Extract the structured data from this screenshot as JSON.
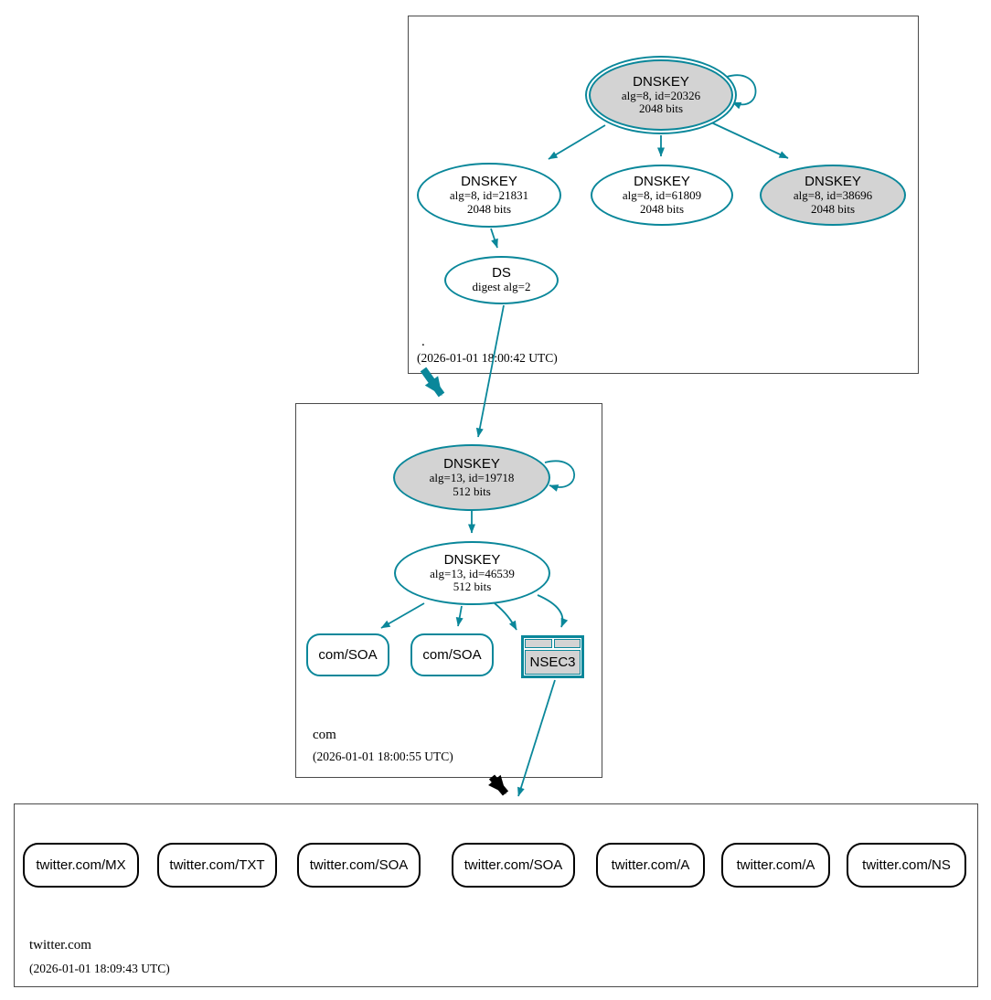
{
  "colors": {
    "secure_edge": "#0a879a",
    "insecure_edge": "#000000",
    "node_fill_gray": "#d3d3d3",
    "zone_box_border": "#4a4a4a"
  },
  "zones": {
    "root": {
      "label": ".",
      "timestamp": "(2026-01-01 18:00:42 UTC)",
      "nodes": {
        "ksk": {
          "title": "DNSKEY",
          "line1": "alg=8, id=20326",
          "line2": "2048 bits"
        },
        "zsk1": {
          "title": "DNSKEY",
          "line1": "alg=8, id=21831",
          "line2": "2048 bits"
        },
        "zsk2": {
          "title": "DNSKEY",
          "line1": "alg=8, id=61809",
          "line2": "2048 bits"
        },
        "zsk3": {
          "title": "DNSKEY",
          "line1": "alg=8, id=38696",
          "line2": "2048 bits"
        },
        "ds": {
          "title": "DS",
          "line1": "digest alg=2"
        }
      }
    },
    "com": {
      "label": "com",
      "timestamp": "(2026-01-01 18:00:55 UTC)",
      "nodes": {
        "ksk": {
          "title": "DNSKEY",
          "line1": "alg=13, id=19718",
          "line2": "512 bits"
        },
        "zsk": {
          "title": "DNSKEY",
          "line1": "alg=13, id=46539",
          "line2": "512 bits"
        },
        "soa1": {
          "label": "com/SOA"
        },
        "soa2": {
          "label": "com/SOA"
        },
        "nsec3": {
          "label": "NSEC3"
        }
      }
    },
    "twitter": {
      "label": "twitter.com",
      "timestamp": "(2026-01-01 18:09:43 UTC)",
      "nodes": [
        {
          "label": "twitter.com/MX"
        },
        {
          "label": "twitter.com/TXT"
        },
        {
          "label": "twitter.com/SOA"
        },
        {
          "label": "twitter.com/SOA"
        },
        {
          "label": "twitter.com/A"
        },
        {
          "label": "twitter.com/A"
        },
        {
          "label": "twitter.com/NS"
        }
      ]
    }
  }
}
